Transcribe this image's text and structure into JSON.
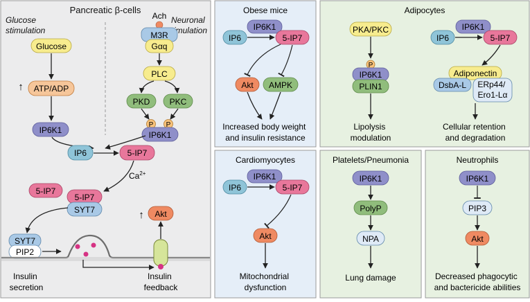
{
  "colors": {
    "panel_gray": "#ececed",
    "panel_blue": "#e5eef8",
    "panel_green": "#e7f1e1",
    "ip6k1": "#8f8fc9",
    "ip6": "#8fc4d8",
    "five_ip7": "#e8779b",
    "akt": "#ef8a62",
    "green_node": "#90bd7c",
    "yellow_node": "#f7ec8e",
    "light_blue_node": "#a9c9e6",
    "arrow": "#222222"
  },
  "pancreatic": {
    "title": "Pancreatic β-cells",
    "glucose_stim": [
      "Glucose",
      "stimulation"
    ],
    "neuronal_stim": [
      "Neuronal",
      "stimulation"
    ],
    "glucose": "Glucose",
    "atp_adp": "ATP/ADP",
    "up_arrow": "↑",
    "ip6k1_left": "IP6K1",
    "ach": "Ach",
    "m3r": "M3R",
    "gaq": "Gαq",
    "plc": "PLC",
    "pkd": "PKD",
    "pkc": "PKC",
    "p": "P",
    "ip6k1_right": "IP6K1",
    "ip6": "IP6",
    "five_ip7_main": "5-IP7",
    "ca": "Ca",
    "ca_sup": "2+",
    "five_ip7_free": "5-IP7",
    "five_ip7_bound": "5-IP7",
    "syt7_top": "SYT7",
    "syt7_membrane": "SYT7",
    "pip2": "PIP2",
    "akt": "Akt",
    "akt_up": "↑",
    "insulin_secretion": [
      "Insulin",
      "secretion"
    ],
    "insulin_feedback": [
      "Insulin",
      "feedback"
    ]
  },
  "obese": {
    "title": "Obese mice",
    "ip6k1": "IP6K1",
    "ip6": "IP6",
    "five_ip7": "5-IP7",
    "akt": "Akt",
    "ampk": "AMPK",
    "outcome": [
      "Increased body weight",
      "and insulin resistance"
    ]
  },
  "adipocytes": {
    "title": "Adipocytes",
    "pka_pkc": "PKA/PKC",
    "p": "P",
    "ip6k1_left": "IP6K1",
    "plin1": "PLIN1",
    "lipolysis": [
      "Lipolysis",
      "modulation"
    ],
    "ip6k1_right": "IP6K1",
    "ip6": "IP6",
    "five_ip7": "5-IP7",
    "adiponectin": "Adiponectin",
    "dsba": "DsbA-L",
    "erp44": [
      "ERp44/",
      "Ero1-Lα"
    ],
    "retention": [
      "Cellular retention",
      "and degradation"
    ]
  },
  "cardio": {
    "title": "Cardiomyocytes",
    "ip6k1": "IP6K1",
    "ip6": "IP6",
    "five_ip7": "5-IP7",
    "akt": "Akt",
    "outcome": [
      "Mitochondrial",
      "dysfunction"
    ]
  },
  "platelets": {
    "title": "Platelets/Pneumonia",
    "ip6k1": "IP6K1",
    "polyp": "PolyP",
    "npa": "NPA",
    "outcome": "Lung damage"
  },
  "neutrophils": {
    "title": "Neutrophils",
    "ip6k1": "IP6K1",
    "pip3": "PIP3",
    "akt": "Akt",
    "outcome": [
      "Decreased phagocytic",
      "and bactericide abilities"
    ]
  }
}
